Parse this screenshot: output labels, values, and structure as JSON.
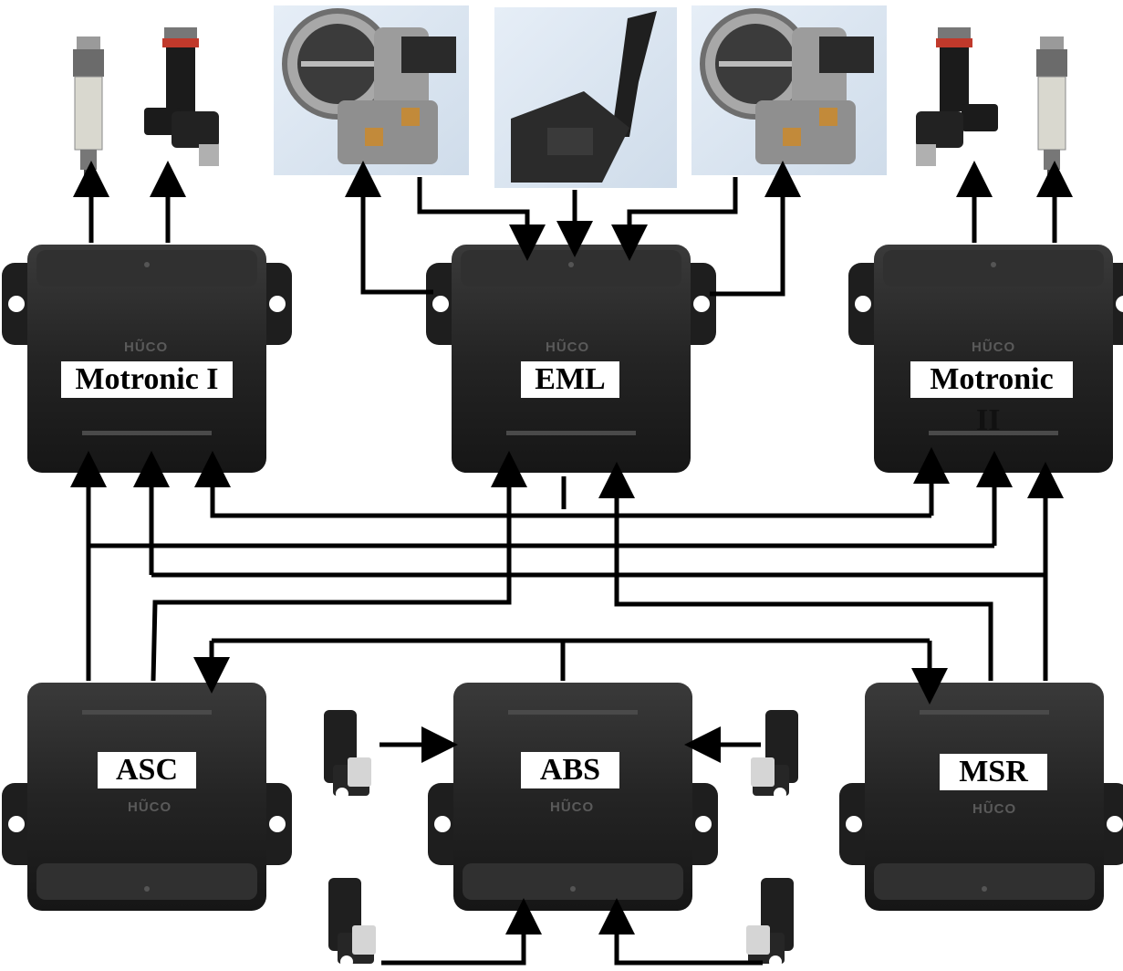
{
  "diagram": {
    "ecus": {
      "motronic1": {
        "label": "Motronic I",
        "brand": "HŨCO"
      },
      "eml": {
        "label": "EML",
        "brand": "HŨCO"
      },
      "motronic2": {
        "label_line1": "Motronic",
        "label_line2": "II",
        "brand": "HŨCO"
      },
      "asc": {
        "label": "ASC",
        "brand": "HŨCO"
      },
      "abs": {
        "label": "ABS",
        "brand": "HŨCO"
      },
      "msr": {
        "label": "MSR",
        "brand": "HŨCO"
      }
    },
    "components": {
      "injector_left": "fuel-injector-icon",
      "throttle_left": "throttle-body-icon",
      "pedal": "accelerator-pedal-icon",
      "throttle_right": "throttle-body-icon",
      "injector_right": "fuel-injector-icon",
      "wheel_sensors": "wheel-speed-sensor-icon"
    },
    "colors": {
      "line": "#000000",
      "ecu_body": "#2a2a2a",
      "photo_bg": "#dde7f2"
    }
  }
}
